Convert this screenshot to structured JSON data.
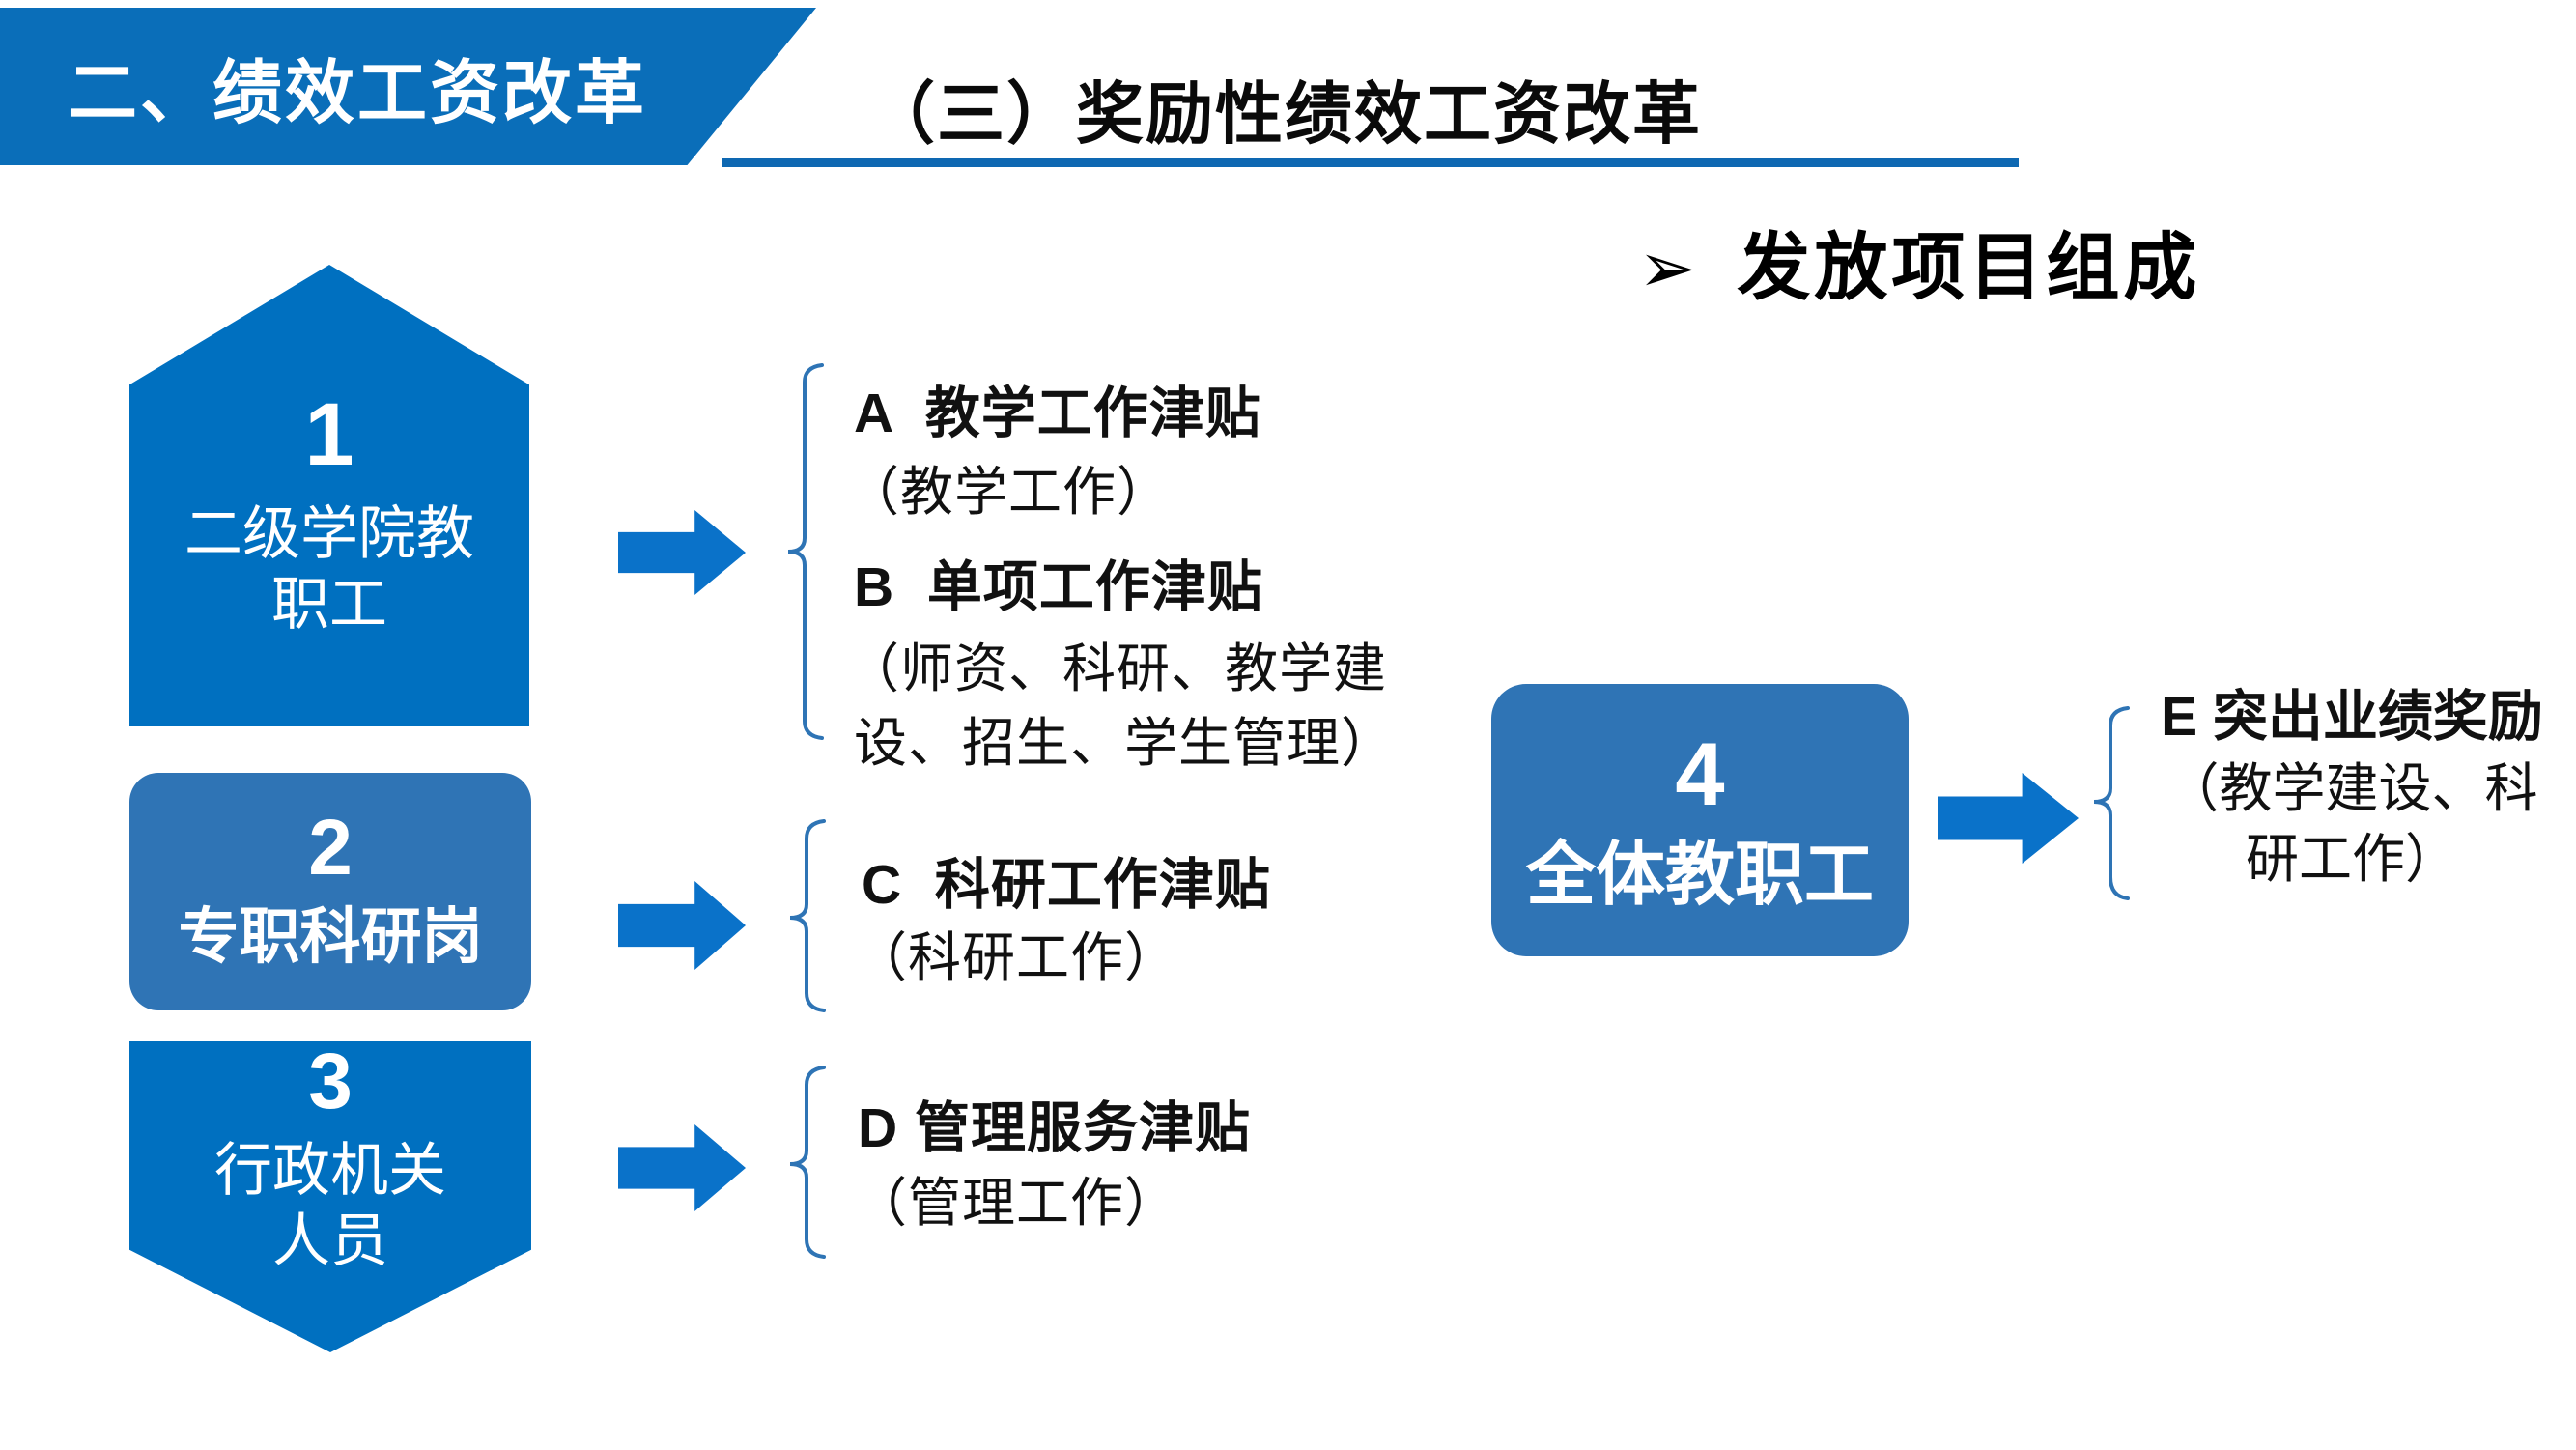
{
  "header": {
    "banner_title": "二、绩效工资改革",
    "section_title": "（三）奖励性绩效工资改革"
  },
  "bullet_heading": {
    "marker": "➢",
    "text": "发放项目组成"
  },
  "shapes": {
    "s1_number": "1",
    "s1_line1": "二级学院教",
    "s1_line2": "职工",
    "s2_number": "2",
    "s2_label": "专职科研岗",
    "s3_number": "3",
    "s3_line1": "行政机关",
    "s3_line2": "人员",
    "s4_number": "4",
    "s4_label": "全体教职工"
  },
  "allowances": {
    "a_title": "A  教学工作津贴",
    "a_detail": "（教学工作）",
    "b_title": "B  单项工作津贴",
    "b_detail_line1": "（师资、科研、教学建",
    "b_detail_line2": "设、招生、学生管理）",
    "c_title": "C  科研工作津贴",
    "c_detail": "（科研工作）",
    "d_title": "D 管理服务津贴",
    "d_detail": "（管理工作）",
    "e_title": "E 突出业绩奖励",
    "e_detail_line1": "（教学建设、科",
    "e_detail_line2": "研工作）"
  },
  "colors": {
    "primary_blue": "#0070c0",
    "muted_blue": "#2f74b5",
    "arrow_blue": "#0a72c9",
    "brace_blue": "#2e74b5",
    "underline_blue": "#0e68b2",
    "banner_blue": "#0a6eb9"
  }
}
